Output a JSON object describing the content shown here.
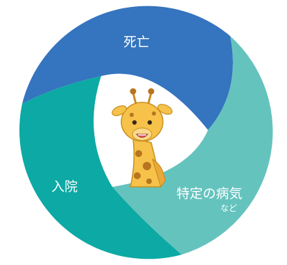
{
  "segments": [
    {
      "id": "death",
      "label": "死亡",
      "sublabel": "",
      "color": "#3574BE"
    },
    {
      "id": "illness",
      "label": "特定の病気",
      "sublabel": "など",
      "color": "#65C3BE"
    },
    {
      "id": "hospital",
      "label": "入院",
      "sublabel": "",
      "color": "#0DA9A4"
    }
  ],
  "center_image": {
    "icon": "giraffe-icon"
  },
  "colors": {
    "ring_outline": "#ffffff",
    "center_background": "#ffffff"
  }
}
